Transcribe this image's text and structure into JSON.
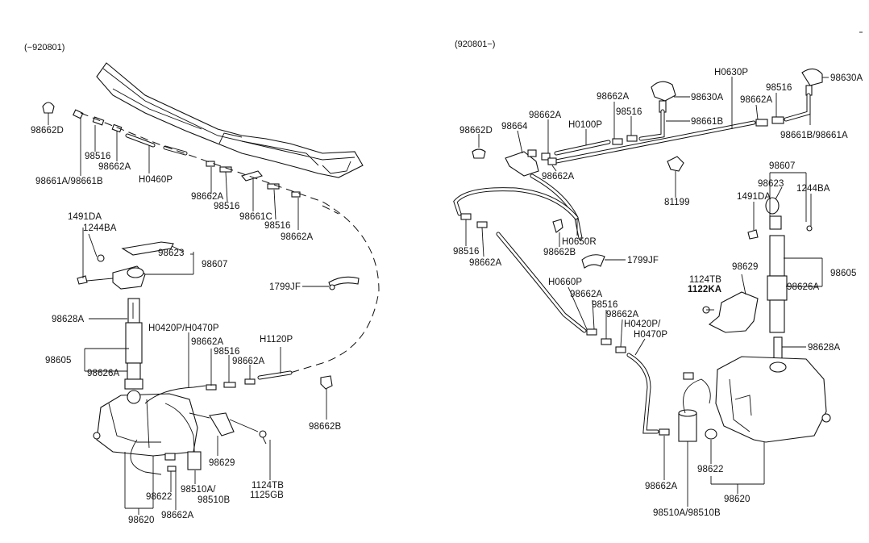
{
  "header": {
    "left_range": "(−920801)",
    "right_range": "(920801−)"
  },
  "left_labels": {
    "l98662D": "98662D",
    "l98516a": "98516",
    "l98662Aa": "98662A",
    "l98661A": "98661A/98661B",
    "lH0460P": "H0460P",
    "l98662Ab": "98662A",
    "l98516b": "98516",
    "l98661C": "98661C",
    "l98516c": "98516",
    "l98662Ac": "98662A",
    "l1491DA": "1491DA",
    "l1244BA": "1244BA",
    "l98623": "98623",
    "l98607": "98607",
    "l1799JF": "1799JF",
    "l98628A": "98628A",
    "lH0420P": "H0420P/H0470P",
    "l98662Ad": "98662A",
    "l98516d": "98516",
    "l98662Ae": "98662A",
    "lH1120P": "H1120P",
    "l98605": "98605",
    "l98626A": "98626A",
    "l98662B": "98662B",
    "l98629": "98629",
    "l1124TB": "1124TB",
    "l1125GB": "1125GB",
    "l98510A": "98510A/",
    "l98510B": "98510B",
    "l98622": "98622",
    "l98662Af": "98662A",
    "l98620": "98620"
  },
  "right_labels": {
    "rH0630P": "H0630P",
    "r98630Aa": "98630A",
    "r98630Ab": "98630A",
    "r98662Aa": "98662A",
    "r98516a": "98516",
    "r98516b": "98516",
    "r98662Ab": "98662A",
    "r98662Ac": "98662A",
    "r98664": "98664",
    "rH0100P": "H0100P",
    "r98661B": "98661B",
    "r98661BA": "98661B/98661A",
    "r98662D": "98662D",
    "r98662Ad": "98662A",
    "r81199": "81199",
    "r98607": "98607",
    "r98623": "98623",
    "r1491DA": "1491DA",
    "r1244BA": "1244BA",
    "rH0650R": "H0650R",
    "r98662B": "98662B",
    "r98516c": "98516",
    "r98662Ae": "98662A",
    "r1799JF": "1799JF",
    "r1124TB": "1124TB",
    "r1122KA": "1122KA",
    "r98629": "98629",
    "r98605": "98605",
    "r98626A": "98626A",
    "rH0660P": "H0660P",
    "r98662Af": "98662A",
    "r98516d": "98516",
    "r98662Ag": "98662A",
    "rH0420P": "H0420P/",
    "rH0470P": "H0470P",
    "r98628A": "98628A",
    "r98622": "98622",
    "r98662Ah": "98662A",
    "r98620": "98620",
    "r98510A": "98510A/98510B"
  }
}
